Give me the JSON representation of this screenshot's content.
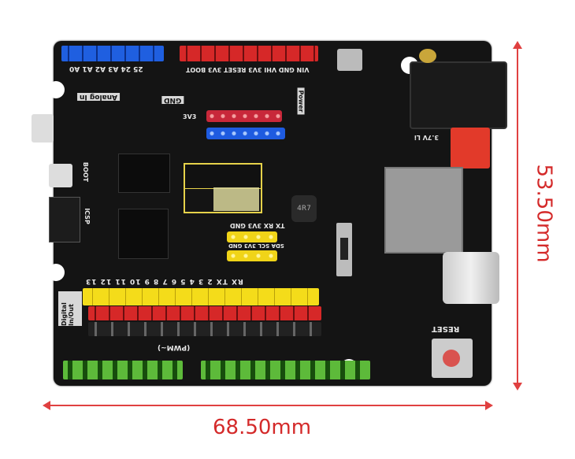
{
  "dimensions": {
    "height_label": "53.50mm",
    "width_label": "68.50mm",
    "color": "#d42a2a"
  },
  "board": {
    "analog_label": "Analog In",
    "digital_label": "Digital In/Out",
    "power_label": "Power",
    "pwm_label": "(PWM~)",
    "reset_label": "RESET",
    "boot_label": "BOOT",
    "icsp_label": "ICSP",
    "inductor_label": "4R7",
    "analog_pins": "25 24 A3 A2 A1 A0",
    "power_pins": "VIN GND VHI 3V3 RESET 3V3 BOOT",
    "uart_top": "TX RX 3V3 GND",
    "i2c_bottom": "SDA SCL 3V3 GND",
    "digital_pins": "RX TX 2 3 4 5 6 7 8 9 10 11 12 13",
    "battery_label": "3.7V Li",
    "gnd_label": "GND",
    "v33_label": "3V3"
  }
}
